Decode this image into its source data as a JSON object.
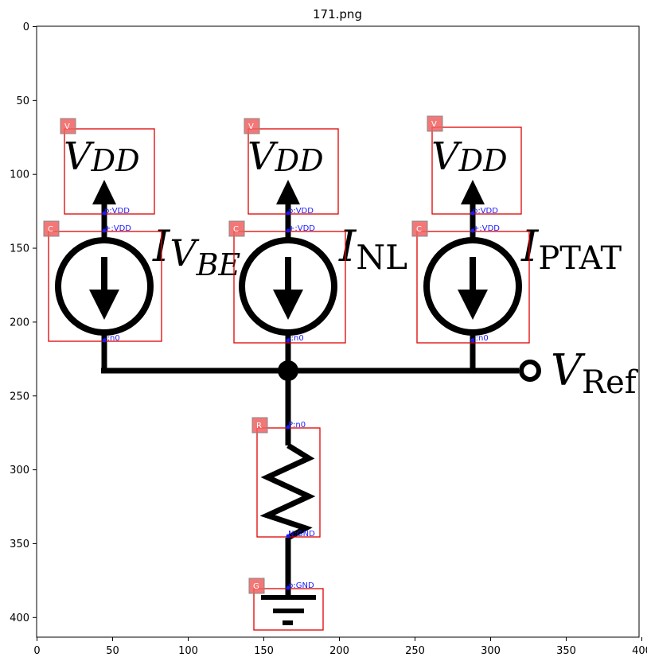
{
  "title": "171.png",
  "axes": {
    "x_ticks": [
      "0",
      "50",
      "100",
      "150",
      "200",
      "250",
      "300",
      "350",
      "400"
    ],
    "y_ticks": [
      "0",
      "50",
      "100",
      "150",
      "200",
      "250",
      "300",
      "350",
      "400"
    ]
  },
  "circuit": {
    "supplies": [
      {
        "main": "V",
        "sub": "DD"
      },
      {
        "main": "V",
        "sub": "DD"
      },
      {
        "main": "V",
        "sub": "DD"
      }
    ],
    "sources": [
      {
        "main": "I",
        "sub": "V",
        "subsub": "BE"
      },
      {
        "main": "I",
        "sub": "NL"
      },
      {
        "main": "I",
        "sub": "PTAT"
      }
    ],
    "output": {
      "main": "V",
      "sub": "Ref"
    }
  },
  "annotations": {
    "box_color": "#e00000",
    "tag_color": "#f06060",
    "pin_color": "#1a1aff",
    "boxes": [
      {
        "tag": "V",
        "pins": [
          "p:VDD"
        ]
      },
      {
        "tag": "V",
        "pins": [
          "p:VDD"
        ]
      },
      {
        "tag": "V",
        "pins": [
          "p:VDD"
        ]
      },
      {
        "tag": "C",
        "pins": [
          "+:VDD",
          "-:n0"
        ]
      },
      {
        "tag": "C",
        "pins": [
          "+:VDD",
          "-:n0"
        ]
      },
      {
        "tag": "C",
        "pins": [
          "+:VDD",
          "-:n0"
        ]
      },
      {
        "tag": "R",
        "pins": [
          "P:n0",
          "N:GND"
        ]
      },
      {
        "tag": "G",
        "pins": [
          "p:GND"
        ]
      }
    ]
  }
}
